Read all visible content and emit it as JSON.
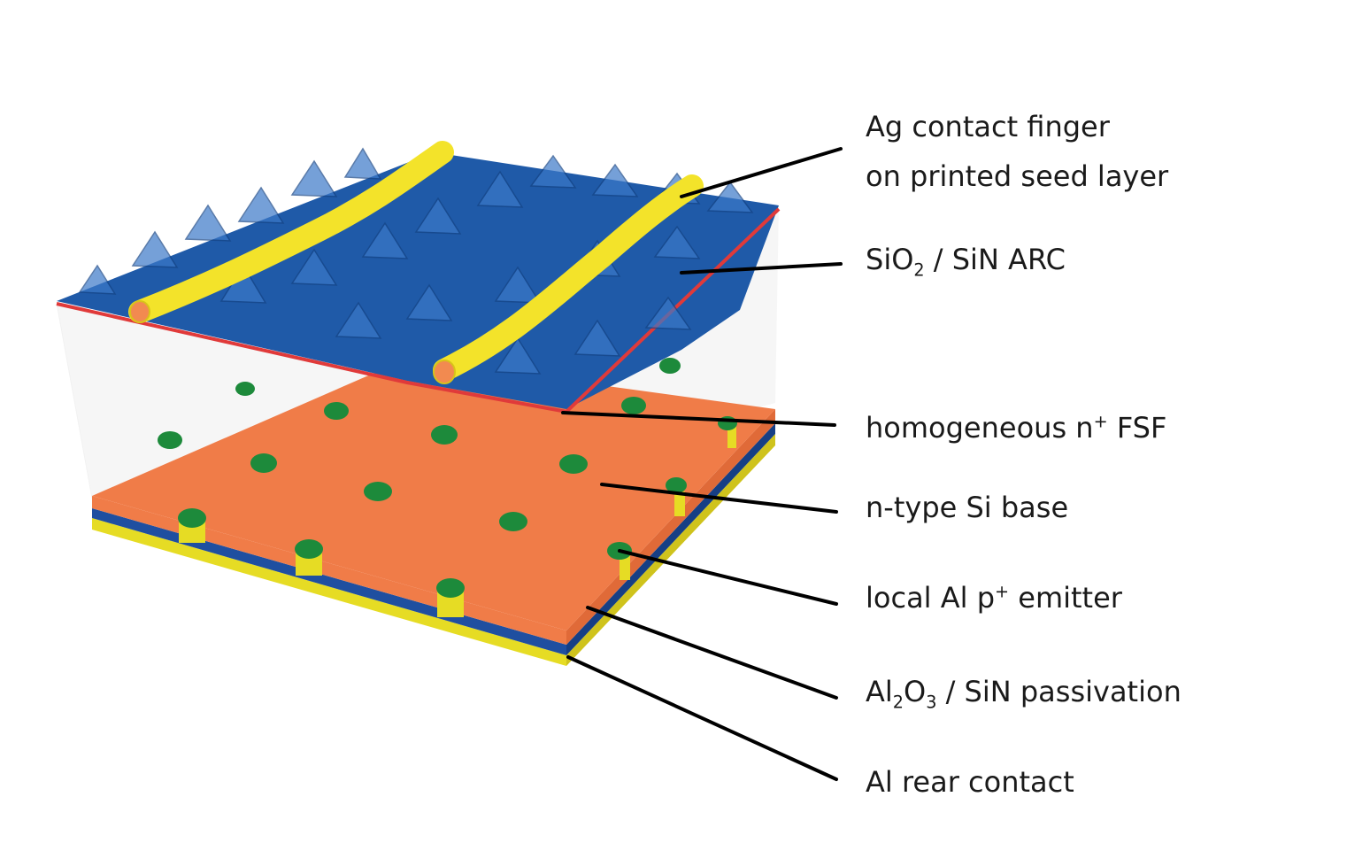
{
  "colors": {
    "arc": "#1f5aa8",
    "arc_light": "#3b78c8",
    "base": "#f07c48",
    "base_side": "#e06a38",
    "emitter": "#1d8a3b",
    "passivation": "#1f4fa0",
    "rear": "#e6dc24",
    "finger": "#f3e32a",
    "seed": "#f28a50",
    "fsf": "#e03a3a",
    "leader": "#000000"
  },
  "labels": {
    "ag_finger_line1": "Ag contact finger",
    "ag_finger_line2": "on printed seed layer",
    "arc": {
      "pre": "SiO",
      "sub": "2",
      "post": " / SiN ARC"
    },
    "fsf": {
      "pre": "homogeneous n",
      "sup": "+",
      "post": " FSF"
    },
    "base": "n-type Si base",
    "emitter": {
      "pre": "local Al p",
      "sup": "+",
      "post": " emitter"
    },
    "passivation": {
      "pre": "Al",
      "sub1": "2",
      "mid": "O",
      "sub2": "3",
      "post": " / SiN passivation"
    },
    "rear": "Al rear contact"
  }
}
